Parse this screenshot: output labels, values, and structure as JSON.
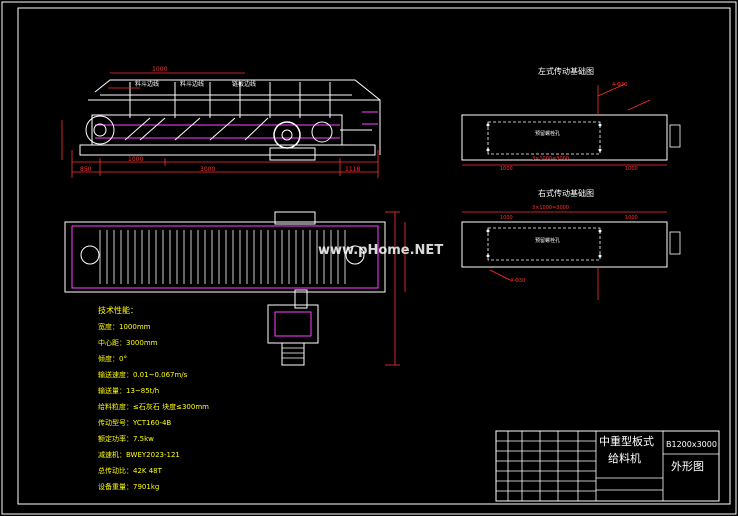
{
  "drawing": {
    "watermark": "www.pHome.NET",
    "views": {
      "left_foundation_title": "左式传动基础图",
      "right_foundation_title": "右式传动基础图"
    },
    "side_view_labels": [
      "料斗边线",
      "料斗边线",
      "链板边线"
    ],
    "side_view_dims": {
      "top": "1000",
      "bottom_left": "1000",
      "bottom_mid": "3000",
      "bottom_right": "1118",
      "left": "850"
    },
    "foundation_dims": {
      "d1": "1000",
      "d2": "1000",
      "span": "3×1000=3000",
      "note": "预留螺栓孔",
      "dia": "4-Φ30"
    },
    "tech": {
      "heading": "技术性能：",
      "rows": [
        "宽度：1000mm",
        "中心距：3000mm",
        "倾度：0°",
        "输送速度：0.01~0.067m/s",
        "输送量：13~85t/h",
        "给料粒度：≤石灰石  块度≤300mm",
        "传动型号：YCT160-4B",
        "额定功率：7.5kw",
        "减速机：BWEY2023-121",
        "总传动比：42K 48T",
        "设备重量：7901kg"
      ]
    },
    "title_block": {
      "name_line1": "中重型板式",
      "name_line2": "给料机",
      "model": "B1200x3000",
      "drawing_name": "外形图"
    },
    "colors": {
      "background": "#000000",
      "frame": "#ffffff",
      "geometry": "#ffffff",
      "dimension": "#ff3030",
      "hatch": "#ff40ff",
      "text": "#ffff00",
      "watermark": "#ffffff"
    }
  }
}
